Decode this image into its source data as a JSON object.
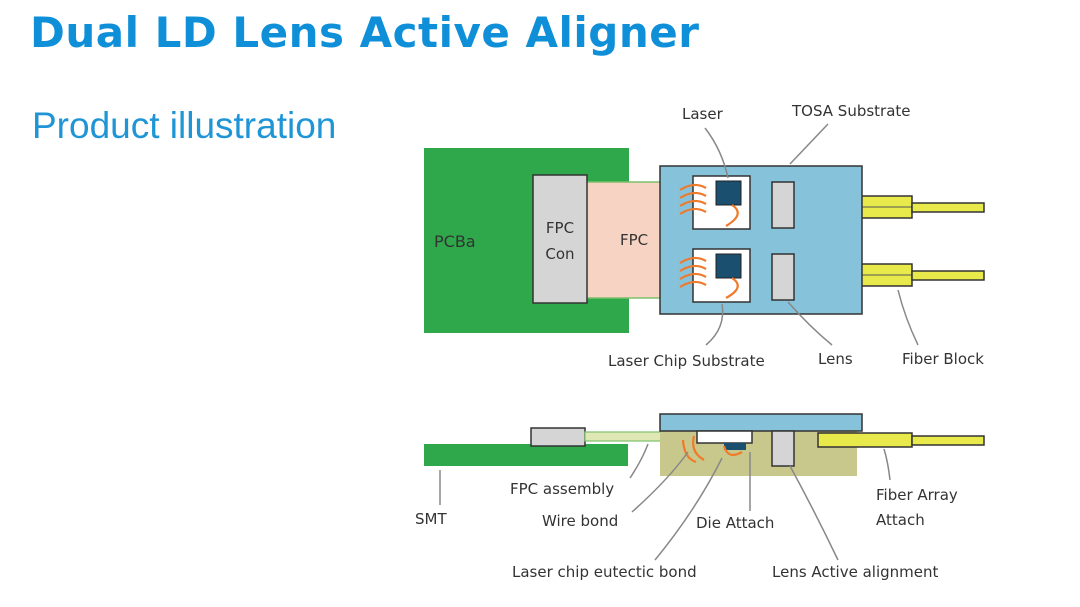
{
  "header": {
    "title": "Dual LD Lens Active Aligner",
    "subtitle": "Product illustration"
  },
  "colors": {
    "accent": "#0f8fd8",
    "pcb": "#2ea84a",
    "tosa": "#86c2da",
    "fpc": "#f7d3c4",
    "fiber": "#e8ea4b",
    "wire": "#f07a2a",
    "chip": "#1b4f70",
    "connector": "#d5d5d5",
    "substrate": "#c8c88c"
  },
  "top_view": {
    "pcba": "PCBa",
    "fpc_con_line1": "FPC",
    "fpc_con_line2": "Con",
    "fpc": "FPC",
    "laser": "Laser",
    "tosa_substrate": "TOSA Substrate",
    "laser_chip_substrate": "Laser Chip Substrate",
    "lens": "Lens",
    "fiber_block": "Fiber Block"
  },
  "side_view": {
    "smt": "SMT",
    "fpc_assembly": "FPC assembly",
    "wire_bond": "Wire bond",
    "die_attach": "Die Attach",
    "fiber_array_line1": "Fiber Array",
    "fiber_array_line2": "Attach",
    "eutectic_bond": "Laser chip eutectic bond",
    "lens_alignment": "Lens Active alignment"
  }
}
